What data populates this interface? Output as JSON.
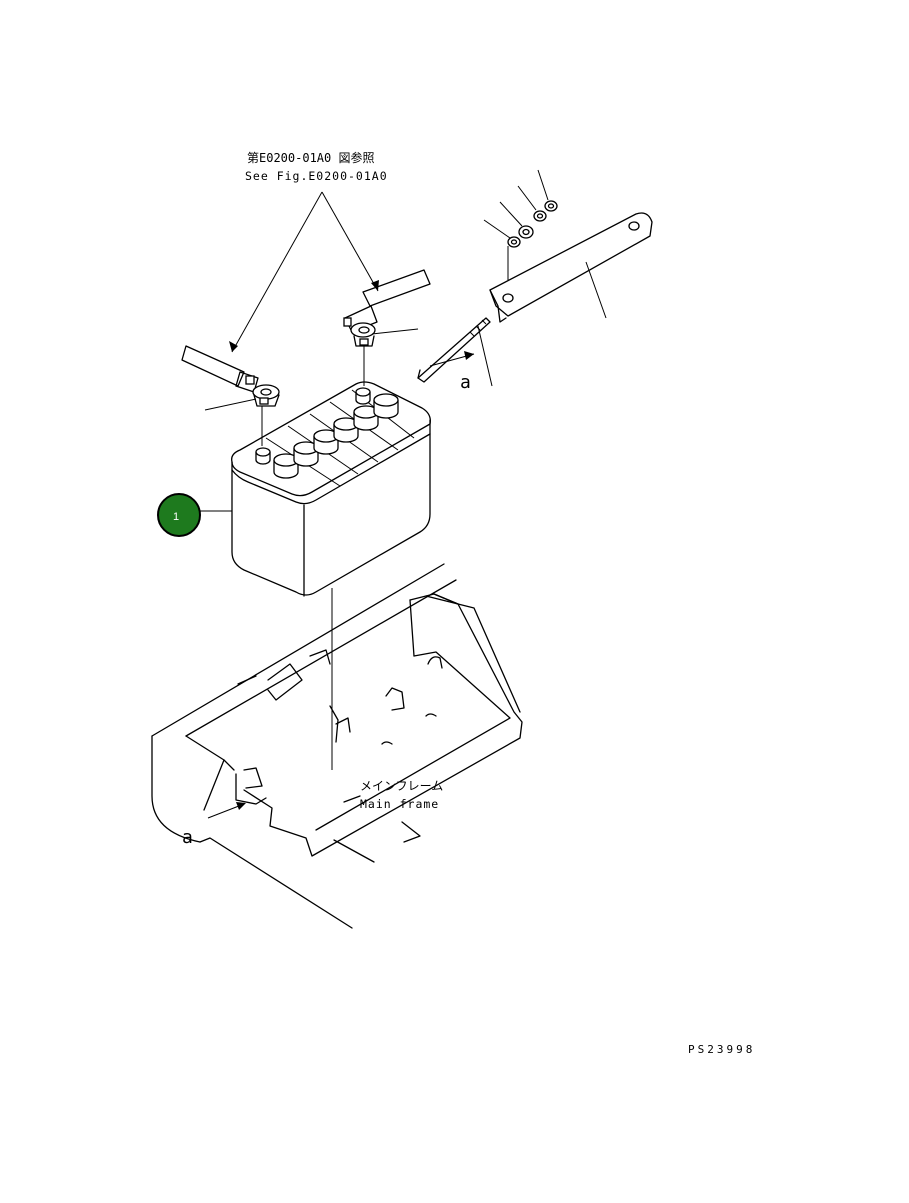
{
  "callouts": {
    "ref_fig_jp": "第E0200-01A0 図参照",
    "ref_fig_en": "See Fig.E0200-01A0",
    "main_frame_jp": "メインフレーム",
    "main_frame_en": "Main frame",
    "view_a_top": "a",
    "view_a_bottom": "a",
    "part_badge": "1"
  },
  "figure_number": "PS23998",
  "colors": {
    "badge_fill": "#1e7a1e",
    "badge_outline": "#000000",
    "line": "#000000",
    "background": "#ffffff"
  }
}
